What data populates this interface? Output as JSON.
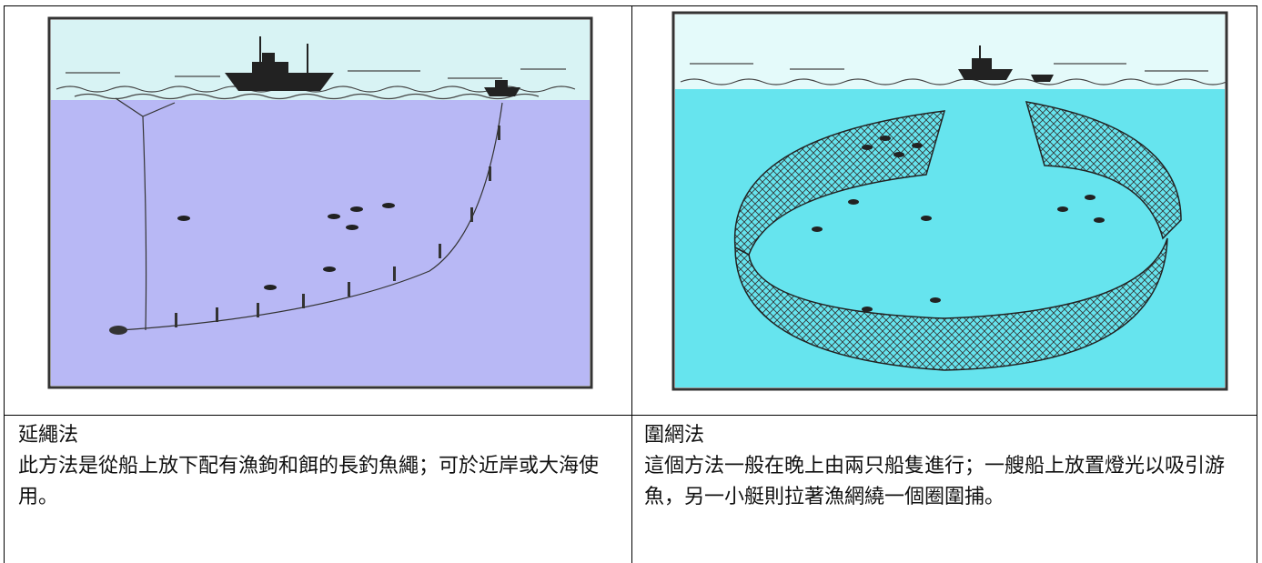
{
  "left": {
    "title": "延繩法",
    "body": "此方法是從船上放下配有漁鉤和餌的長釣魚繩；可於近岸或大海使用。",
    "colors": {
      "sky": "#d8f3f4",
      "sea": "#b8b8f5",
      "frame": "#3a3a3a"
    },
    "figure": "longline-fishing-illustration"
  },
  "right": {
    "title": "圍網法",
    "body": "這個方法一般在晚上由兩只船隻進行；一艘船上放置燈光以吸引游魚，另一小艇則拉著漁網繞一個圈圍捕。",
    "colors": {
      "sky": "#e4fafa",
      "sea": "#66e4ee",
      "frame": "#3a3a3a"
    },
    "figure": "purse-seine-fishing-illustration"
  }
}
